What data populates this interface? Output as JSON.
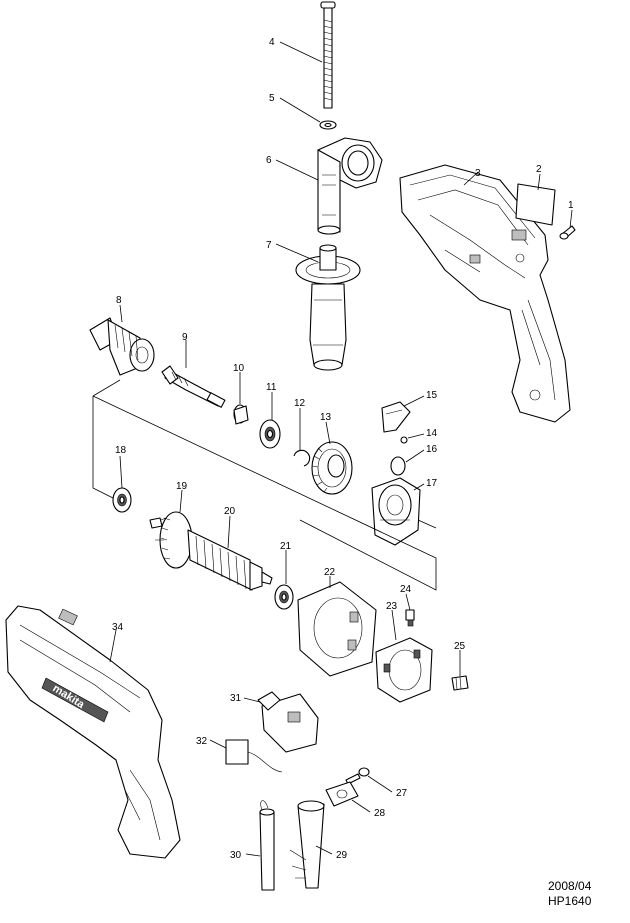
{
  "callouts": [
    {
      "id": "1",
      "label": "1"
    },
    {
      "id": "2",
      "label": "2"
    },
    {
      "id": "3",
      "label": "3"
    },
    {
      "id": "4",
      "label": "4"
    },
    {
      "id": "5",
      "label": "5"
    },
    {
      "id": "6",
      "label": "6"
    },
    {
      "id": "7",
      "label": "7"
    },
    {
      "id": "8",
      "label": "8"
    },
    {
      "id": "9",
      "label": "9"
    },
    {
      "id": "10",
      "label": "10"
    },
    {
      "id": "11",
      "label": "11"
    },
    {
      "id": "12",
      "label": "12"
    },
    {
      "id": "13",
      "label": "13"
    },
    {
      "id": "14",
      "label": "14"
    },
    {
      "id": "15",
      "label": "15"
    },
    {
      "id": "16",
      "label": "16"
    },
    {
      "id": "17",
      "label": "17"
    },
    {
      "id": "18",
      "label": "18"
    },
    {
      "id": "19",
      "label": "19"
    },
    {
      "id": "20",
      "label": "20"
    },
    {
      "id": "21",
      "label": "21"
    },
    {
      "id": "22",
      "label": "22"
    },
    {
      "id": "23",
      "label": "23"
    },
    {
      "id": "24",
      "label": "24"
    },
    {
      "id": "25",
      "label": "25"
    },
    {
      "id": "27",
      "label": "27"
    },
    {
      "id": "28",
      "label": "28"
    },
    {
      "id": "29",
      "label": "29"
    },
    {
      "id": "30",
      "label": "30"
    },
    {
      "id": "31",
      "label": "31"
    },
    {
      "id": "32",
      "label": "32"
    },
    {
      "id": "34",
      "label": "34"
    }
  ],
  "footer": {
    "date": "2008/04",
    "model": "HP1640"
  },
  "brand_logo_text": "makita"
}
